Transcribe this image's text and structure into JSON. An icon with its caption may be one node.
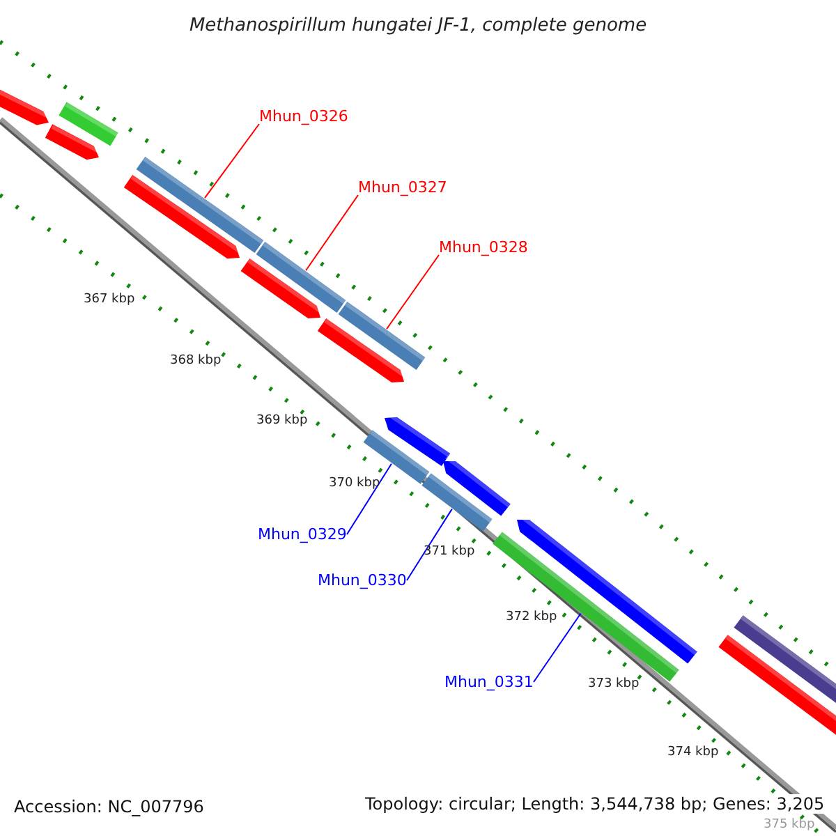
{
  "diagram": {
    "title": "Methanospirillum hungatei JF-1, complete genome",
    "nodes": [
      {
        "text": [
          "Mhun_0326"
        ]
      },
      {
        "text": [
          "Mhun_0327"
        ]
      },
      {
        "text": [
          "Mhun_0328"
        ]
      },
      {
        "text": [
          "Mhun_0329"
        ]
      },
      {
        "text": [
          "Mhun_0330"
        ]
      },
      {
        "text": [
          "Mhun_0331"
        ]
      },
      {
        "text": [],
        "shape": "bar"
      },
      {
        "text": [],
        "shape": "bar"
      },
      {
        "text": [],
        "shape": "bar"
      },
      {
        "text": [],
        "shape": "bar"
      },
      {
        "text": [],
        "shape": "bar"
      },
      {
        "text": [],
        "shape": "bar"
      }
    ],
    "edges": [
      {
        "from": 0,
        "to": 6,
        "arrow": "none",
        "color": "#ff0000"
      },
      {
        "from": 1,
        "to": 7,
        "arrow": "none",
        "color": "#ff0000"
      },
      {
        "from": 2,
        "to": 8,
        "arrow": "none",
        "color": "#ff0000"
      },
      {
        "from": 3,
        "to": 9,
        "arrow": "none",
        "color": "#0000ff"
      },
      {
        "from": 4,
        "to": 10,
        "arrow": "none",
        "color": "#0000ff"
      },
      {
        "from": 5,
        "to": 11,
        "arrow": "none",
        "color": "#0000ff"
      }
    ],
    "labels": [
      "367 kbp",
      "368 kbp",
      "369 kbp",
      "370 kbp",
      "371 kbp",
      "372 kbp",
      "373 kbp",
      "374 kbp",
      "375 kbp",
      "Accession: NC_007796",
      "Topology: circular; Length: 3,544,738 bp; Genes: 3,205"
    ]
  }
}
